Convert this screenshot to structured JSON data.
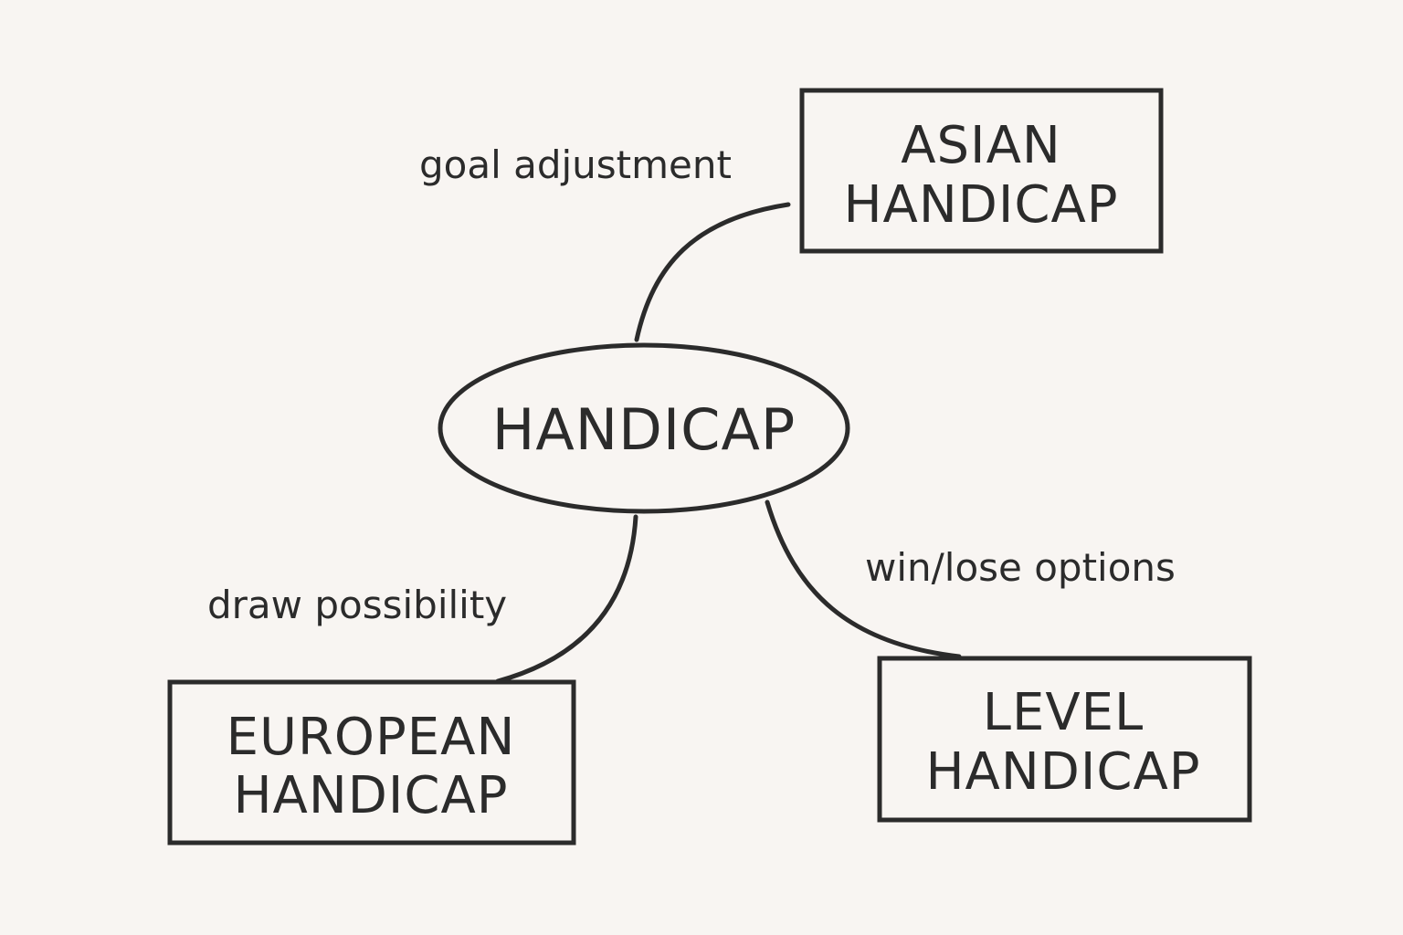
{
  "diagram": {
    "center": {
      "label": "HANDICAP"
    },
    "nodes": {
      "asian": {
        "line1": "ASIAN",
        "line2": "HANDICAP"
      },
      "european": {
        "line1": "EUROPEAN",
        "line2": "HANDICAP"
      },
      "level": {
        "line1": "LEVEL",
        "line2": "HANDICAP"
      }
    },
    "edges": {
      "asian": "goal adjustment",
      "european": "draw possibility",
      "level": "win/lose options"
    },
    "colors": {
      "background": "#f8f5f2",
      "ink": "#2b2b2b"
    }
  }
}
